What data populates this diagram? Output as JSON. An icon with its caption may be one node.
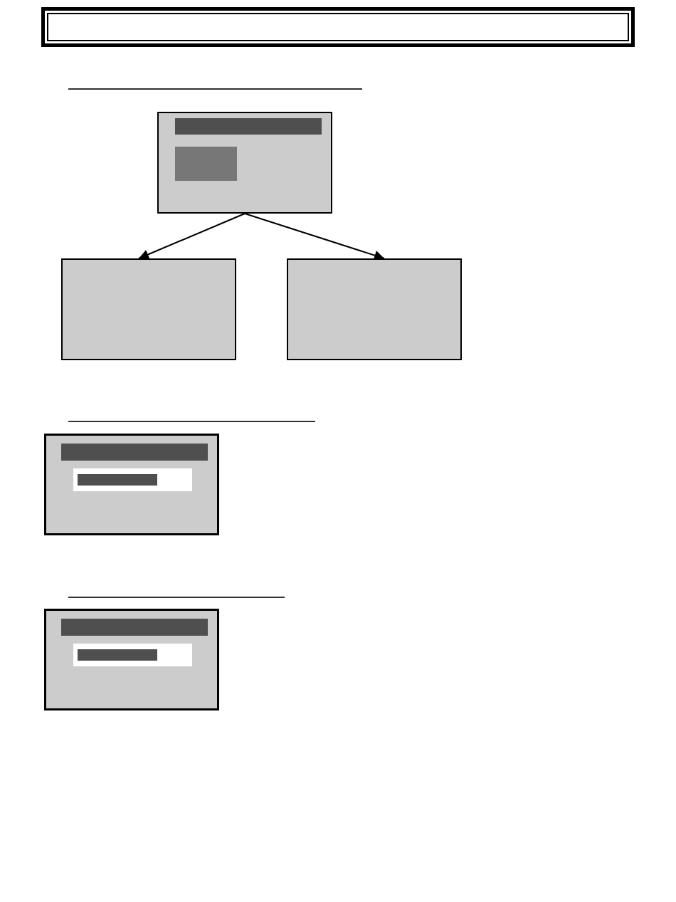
{
  "diagram": {
    "nodes": [
      {
        "text": [],
        "shape": "box"
      },
      {
        "text": [],
        "shape": "box"
      },
      {
        "text": [],
        "shape": "box"
      },
      {
        "text": [],
        "shape": "box"
      },
      {
        "text": [],
        "shape": "box"
      }
    ],
    "edges": [
      {
        "from": 0,
        "to": 1,
        "arrow": "to"
      },
      {
        "from": 0,
        "to": 2,
        "arrow": "to"
      }
    ]
  }
}
